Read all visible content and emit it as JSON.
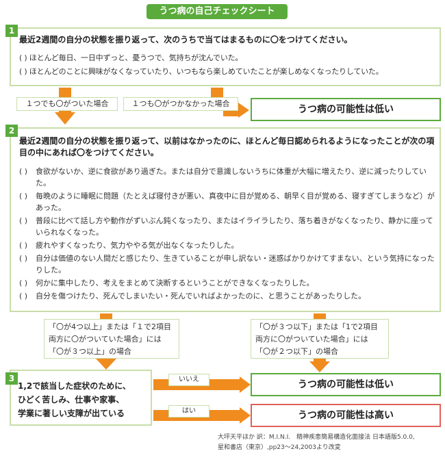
{
  "title": "うつ病の自己チェックシート",
  "colors": {
    "accent_green": "#5aab3c",
    "light_green": "#c8deaa",
    "arrow_orange": "#f08c1e",
    "high_red": "#e06058"
  },
  "q1": {
    "number": "1",
    "title": "最近2週間の自分の状態を振り返って、次のうちで当てはまるものに〇をつけてください。",
    "items": [
      "( ) ほとんど毎日、一日中ずっと、憂うつで、気持ちが沈んでいた。",
      "( ) ほとんどのことに興味がなくなっていたり、いつもなら楽しめていたことが楽しめなくなったりしていた。"
    ]
  },
  "branch1": {
    "yes_label": "１つでも〇がついた場合",
    "no_label": "１つも〇がつかなかった場合",
    "result": "うつ病の可能性は低い"
  },
  "q2": {
    "number": "2",
    "title": "最近2週間の自分の状態を振り返って、以前はなかったのに、ほとんど毎日認められるようになったことが次の項目の中にあれば〇をつけてください。",
    "items": [
      {
        "mark": "( )",
        "text": "食欲がないか、逆に食欲があり過ぎた。または自分で意識しないうちに体重が大幅に増えたり、逆に減ったりしていた。"
      },
      {
        "mark": "( )",
        "text": "毎晩のように睡眠に問題（たとえば寝付きが悪い、真夜中に目が覚める、朝早く目が覚める、寝すぎてしまうなど）があった。"
      },
      {
        "mark": "( )",
        "text": "普段に比べて話し方や動作がずいぶん鈍くなったり、またはイライラしたり、落ち着きがなくなったり、静かに座っていられなくなった。"
      },
      {
        "mark": "( )",
        "text": "疲れやすくなったり、気力ややる気が出なくなったりした。"
      },
      {
        "mark": "( )",
        "text": "自分は価値のない人間だと感じたり、生きていることが申し訳ない・迷惑ばかりかけてすまない、という気持になったりした。"
      },
      {
        "mark": "( )",
        "text": "何かに集中したり、考えをまとめて決断するということができなくなったりした。"
      },
      {
        "mark": "( )",
        "text": "自分を傷つけたり、死んでしまいたい・死んでいればよかったのに、と思うことがあったりした。"
      }
    ]
  },
  "branch2": {
    "left_lines": [
      "「〇が4つ以上」または「１で2項目",
      "両方に〇がついていた場合」には",
      "「〇が３つ以上」の場合"
    ],
    "right_lines": [
      "「〇が３つ以下」または「1で2項目",
      "両方に〇がついていた場合」には",
      "「〇が２つ以下」の場合"
    ]
  },
  "q3": {
    "number": "3",
    "lines": [
      "1,2で該当した症状のために、",
      "ひどく苦しみ、仕事や家事、",
      "学業に著しい支障が出ている"
    ],
    "no_label": "いいえ",
    "yes_label": "はい",
    "result_low": "うつ病の可能性は低い",
    "result_high": "うつ病の可能性は高い"
  },
  "citation": [
    "大坪天平ほか 訳：M.I.N.I.　精神疾患簡易構造化面接法 日本語版5.0.0,",
    "星和書店（東京）,pp23〜24,2003より改変"
  ]
}
